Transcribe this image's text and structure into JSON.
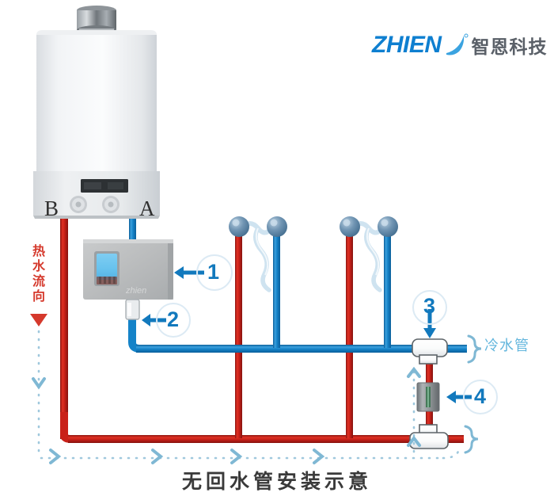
{
  "brand": {
    "english": "ZHIEN",
    "chinese": "智恩科技",
    "accent_color": "#0e7fd0"
  },
  "caption": {
    "title": "无回水管安装示意"
  },
  "heater": {
    "port_left": "B",
    "port_right": "A",
    "display_value": ""
  },
  "flow_label": {
    "chars": [
      "热",
      "水",
      "流",
      "向"
    ],
    "color": "#d5392c"
  },
  "pipes": {
    "hot_color": "#cc2222",
    "cold_color": "#1583c8",
    "cold_label": "冷水管",
    "cold_label_color": "#63b6dd"
  },
  "callouts": [
    {
      "number": "1",
      "target": "circulation-pump-controller"
    },
    {
      "number": "2",
      "target": "pump-outlet-fitting"
    },
    {
      "number": "3",
      "target": "cold-water-tee-fitting"
    },
    {
      "number": "4",
      "target": "check-valve"
    }
  ],
  "colors": {
    "callout": "#1279bd",
    "flow_arrow": "#7fb8d4",
    "heater_body": "#eceef0"
  }
}
